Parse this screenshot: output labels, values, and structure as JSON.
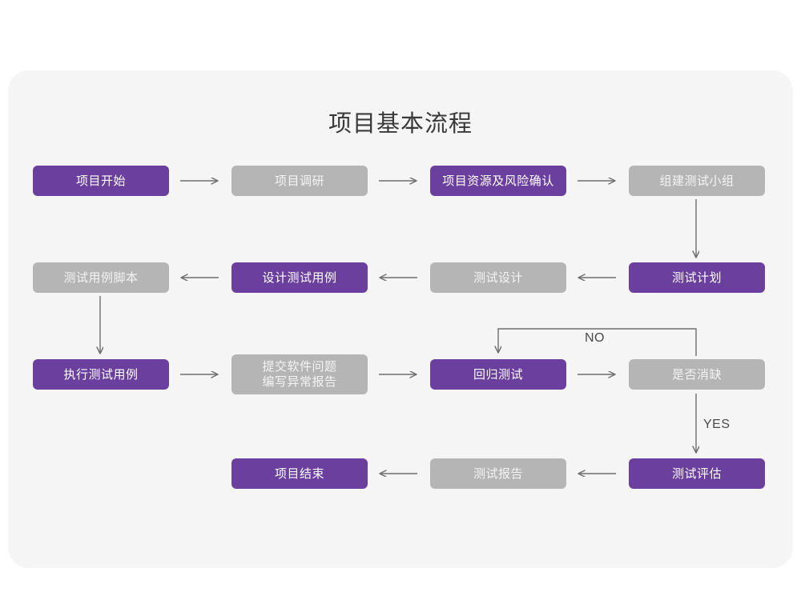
{
  "title": "项目基本流程",
  "colors": {
    "purple": "#6b3f9e",
    "gray": "#b5b5b5",
    "card_bg": "#f5f5f5",
    "page_bg": "#ffffff",
    "title_text": "#3a3a3a",
    "connector": "#6e6e6e"
  },
  "nodes": [
    {
      "id": "n1",
      "label": "项目开始",
      "style": "purple",
      "row": 1,
      "col": 1
    },
    {
      "id": "n2",
      "label": "项目调研",
      "style": "gray",
      "row": 1,
      "col": 2
    },
    {
      "id": "n3",
      "label": "项目资源及风险确认",
      "style": "purple",
      "row": 1,
      "col": 3
    },
    {
      "id": "n4",
      "label": "组建测试小组",
      "style": "gray",
      "row": 1,
      "col": 4
    },
    {
      "id": "n5",
      "label": "测试用例脚本",
      "style": "gray",
      "row": 2,
      "col": 1
    },
    {
      "id": "n6",
      "label": "设计测试用例",
      "style": "purple",
      "row": 2,
      "col": 2
    },
    {
      "id": "n7",
      "label": "测试设计",
      "style": "gray",
      "row": 2,
      "col": 3
    },
    {
      "id": "n8",
      "label": "测试计划",
      "style": "purple",
      "row": 2,
      "col": 4
    },
    {
      "id": "n9",
      "label": "执行测试用例",
      "style": "purple",
      "row": 3,
      "col": 1
    },
    {
      "id": "n10",
      "label": "提交软件问题\n编写异常报告",
      "style": "gray",
      "row": 3,
      "col": 2
    },
    {
      "id": "n11",
      "label": "回归测试",
      "style": "purple",
      "row": 3,
      "col": 3
    },
    {
      "id": "n12",
      "label": "是否消缺",
      "style": "gray",
      "row": 3,
      "col": 4
    },
    {
      "id": "n13",
      "label": "项目结束",
      "style": "purple",
      "row": 4,
      "col": 2
    },
    {
      "id": "n14",
      "label": "测试报告",
      "style": "gray",
      "row": 4,
      "col": 3
    },
    {
      "id": "n15",
      "label": "测试评估",
      "style": "purple",
      "row": 4,
      "col": 4
    }
  ],
  "edge_labels": {
    "no": "NO",
    "yes": "YES"
  }
}
